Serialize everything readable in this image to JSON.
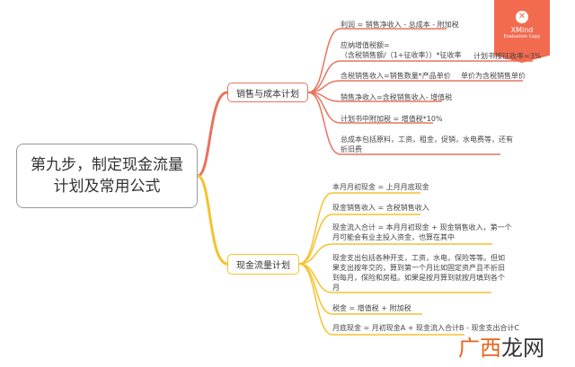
{
  "root": {
    "line1": "第九步，制定现金流量",
    "line2": "计划及常用公式"
  },
  "branches": [
    {
      "label": "销售与成本计划",
      "color": "#e8735f",
      "leaves": [
        {
          "lines": [
            "利润 = 销售净收入 - 总成本 - 附加税"
          ]
        },
        {
          "lines": [
            "应纳增值税额=",
            "（含税销售额/（1+征收率））*征收率"
          ],
          "note": "计划书按征收率=3%"
        },
        {
          "lines": [
            "含税销售收入=销售数量*产品单价"
          ],
          "note": "单价为含税销售单价"
        },
        {
          "lines": [
            "销售净收入=含税销售收入- 增值税"
          ]
        },
        {
          "lines": [
            "计划书中附加税 = 增值税*10%"
          ]
        },
        {
          "lines": [
            "总成本包括原料，工资，租金，促销，水电费等，还有",
            "折旧费"
          ]
        }
      ]
    },
    {
      "label": "现金流量计划",
      "color": "#f5c22e",
      "leaves": [
        {
          "lines": [
            "本月月初现金 = 上月月底现金"
          ]
        },
        {
          "lines": [
            "现金销售收入 = 含税销售收入"
          ]
        },
        {
          "lines": [
            "现金流入合计 = 本月月初现金 + 现金销售收入，第一个",
            "月可能会有业主投入资金，也算在其中"
          ]
        },
        {
          "lines": [
            "现金支出包括各种开支，工资，水电，保险等等。但如",
            "果支出按年交的，算到第一个月比如固定资产且不折旧",
            "到每月，保险和房租。如果是按月算到就按月填到各个",
            "月"
          ]
        },
        {
          "lines": [
            "税金 = 增值税 + 附加税"
          ]
        },
        {
          "lines": [
            "月底现金 = 月初现金A + 现金流入合计B - 现金支出合计C"
          ]
        }
      ]
    }
  ],
  "badge": {
    "name": "XMind",
    "sub": "Evaluation Copy",
    "icon": "x-circle-icon",
    "color": "#f26b4f"
  },
  "watermark": {
    "part1": "广西",
    "part2": "龙网"
  }
}
